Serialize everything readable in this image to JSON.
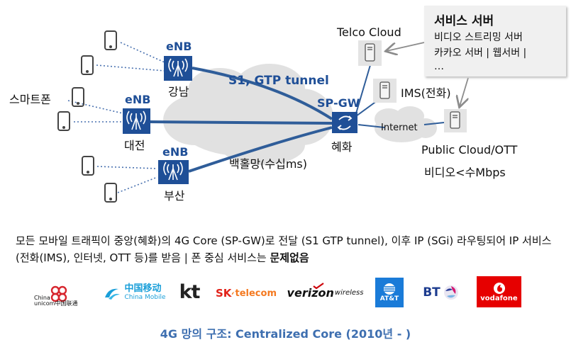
{
  "diagram": {
    "enb_nodes": [
      {
        "label": "eNB",
        "city": "강남"
      },
      {
        "label": "eNB",
        "city": "대전"
      },
      {
        "label": "eNB",
        "city": "부산"
      }
    ],
    "smartphone_label": "스마트폰",
    "tunnel_label": "S1, GTP tunnel",
    "backhaul_label": "백홀망(수십ms)",
    "spgw": {
      "label": "SP-GW",
      "city": "혜화"
    },
    "telco_cloud_label": "Telco Cloud",
    "ims_label": "IMS(전화)",
    "internet_label": "Internet",
    "public_cloud_label": "Public Cloud/OTT",
    "public_cloud_speed": "비디오<수Mbps",
    "service_server": {
      "title": "서비스 서버",
      "line1": "비디오 스트리밍 서버",
      "line2": "카카오 서버 | 웹서버 |",
      "line3": "…"
    },
    "colors": {
      "accent": "#1f4f97",
      "link": "#2f5d99",
      "cloud": "#e1e1e1",
      "arrow": "#8c8c8c"
    }
  },
  "description": {
    "text": "모든 모바일 트래픽이 중앙(혜화)의 4G Core (SP-GW)로 전달 (S1 GTP tunnel), 이후 IP (SGi) 라우팅되어 IP 서비스(전화(IMS), 인터넷, OTT 등)를 받음 | 폰 중심 서비스는 ",
    "emphasis": "문제없음"
  },
  "logos": {
    "china_unicom_line1": "China",
    "china_unicom_line2": "unicom中国联通",
    "china_mobile_cn": "中国移动",
    "china_mobile_en": "China Mobile",
    "kt": "kt",
    "sk_main": "SK",
    "sk_telecom": "telecom",
    "verizon_main": "verizon",
    "verizon_wireless": "wireless",
    "att": "AT&T",
    "bt": "BT",
    "vodafone": "vodafone"
  },
  "caption": "4G 망의 구조: Centralized Core (2010년 - )"
}
